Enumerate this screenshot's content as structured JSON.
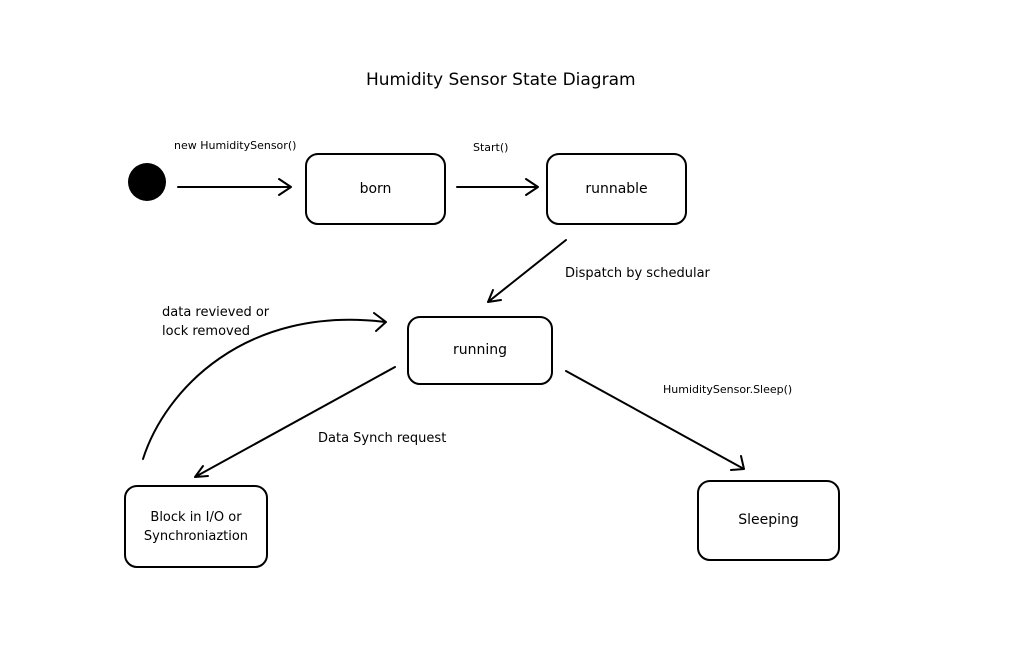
{
  "title": "Humidity Sensor State Diagram",
  "states": {
    "born": "born",
    "runnable": "runnable",
    "running": "running",
    "block_line1": "Block in I/O or",
    "block_line2": "Synchroniaztion",
    "sleeping": "Sleeping"
  },
  "transitions": {
    "new_sensor": "new HumiditySensor()",
    "start": "Start()",
    "dispatch": "Dispatch by schedular",
    "data_synch": "Data Synch request",
    "data_received_line1": "data revieved or",
    "data_received_line2": "lock removed",
    "sleep": "HumiditySensor.Sleep()"
  }
}
